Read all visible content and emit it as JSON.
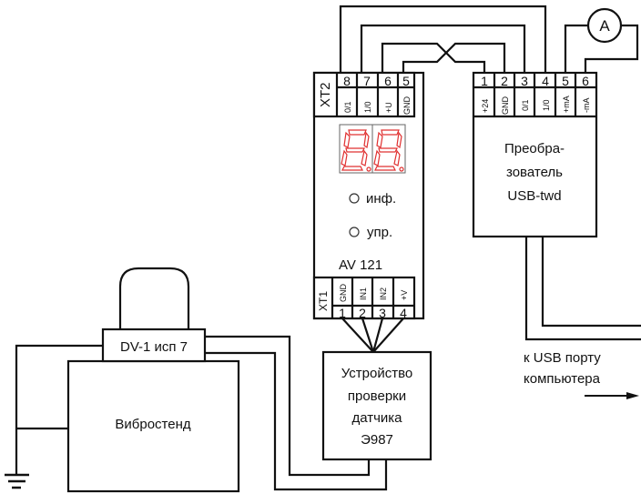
{
  "controller": {
    "model": "AV 121",
    "xt2": {
      "label": "XT2",
      "pins": [
        {
          "num": "8",
          "label": "0/1"
        },
        {
          "num": "7",
          "label": "1/0"
        },
        {
          "num": "6",
          "label": "+U"
        },
        {
          "num": "5",
          "label": "GND"
        }
      ]
    },
    "xt1": {
      "label": "XT1",
      "pins": [
        {
          "num": "1",
          "label": "GND"
        },
        {
          "num": "2",
          "label": "IN1"
        },
        {
          "num": "3",
          "label": "IN2"
        },
        {
          "num": "4",
          "label": "+V"
        }
      ]
    },
    "led_info": "инф.",
    "led_control": "упр.",
    "display_color": "#e03030"
  },
  "converter": {
    "title_lines": [
      "Преобра-",
      "зователь",
      "USB-twd"
    ],
    "pins": [
      {
        "num": "1",
        "label": "+24"
      },
      {
        "num": "2",
        "label": "GND"
      },
      {
        "num": "3",
        "label": "0/1"
      },
      {
        "num": "4",
        "label": "1/0"
      },
      {
        "num": "5",
        "label": "+mA"
      },
      {
        "num": "6",
        "label": "-mA"
      }
    ]
  },
  "ammeter": "A",
  "usb_label": [
    "к USB порту",
    "компьютера"
  ],
  "tester": {
    "lines": [
      "Устройство",
      "проверки",
      "датчика",
      "Э987"
    ]
  },
  "sensor": "DV-1 исп 7",
  "stand": "Вибростенд"
}
